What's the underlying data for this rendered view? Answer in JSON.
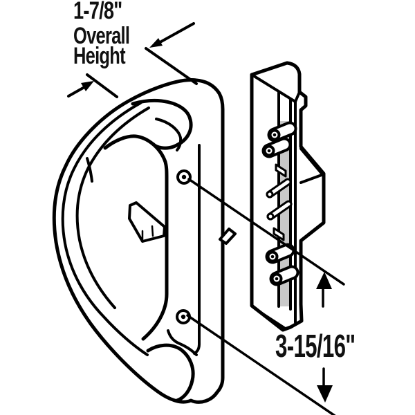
{
  "figure": {
    "bg_color": "#ffffff",
    "line_color": "#000000",
    "shade_color": "#c9c9c9",
    "dim_overall_height_value": "1-7/8\"",
    "dim_overall_height_label1": "Overall",
    "dim_overall_height_label2": "Height",
    "dim_hole_spacing_value": "3-15/16\""
  }
}
